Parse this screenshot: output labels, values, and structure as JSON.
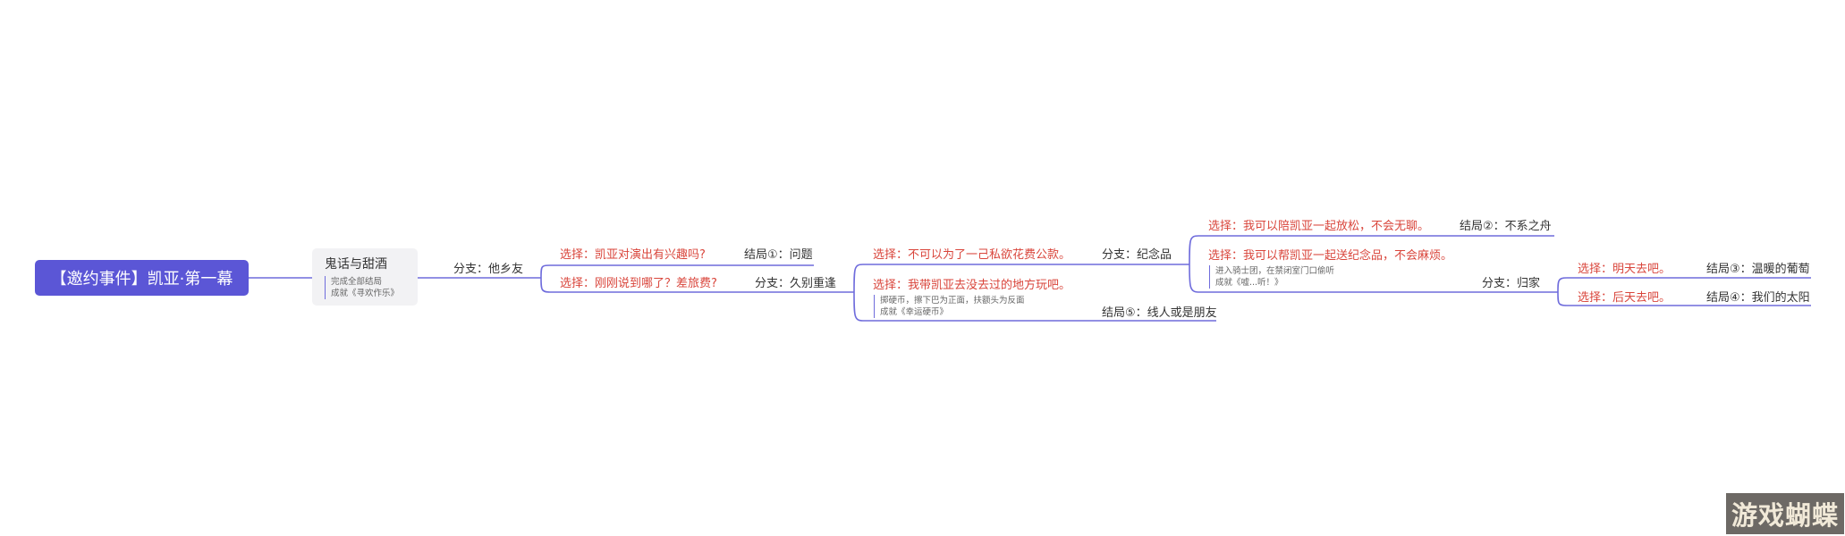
{
  "root": {
    "title": "【邀约事件】凯亚·第一幕"
  },
  "card": {
    "title": "鬼话与甜酒",
    "lines": [
      "完成全部结局",
      "成就《寻欢作乐》"
    ]
  },
  "branch_home": "分支：他乡友",
  "choice_interest": "选择：凯亚对演出有兴趣吗?",
  "ending_1": "结局①：问题",
  "choice_travel": "选择：刚刚说到哪了？差旅费?",
  "branch_reunion": "分支：久别重逢",
  "choice_funds": "选择：不可以为了一己私欲花费公款。",
  "branch_souvenir": "分支：纪念品",
  "choice_take": "选择：我带凯亚去没去过的地方玩吧。",
  "note_coin": [
    "掷硬币，擦下巴为正面，扶额头为反面",
    "成就《幸运硬币》"
  ],
  "ending_5": "结局⑤：线人或是朋友",
  "choice_relax": "选择：我可以陪凯亚一起放松，不会无聊。",
  "ending_2": "结局②：不系之舟",
  "choice_gift": "选择：我可以帮凯亚一起送纪念品，不会麻烦。",
  "note_knight": [
    "进入骑士团，在禁闭室门口偷听",
    "成就《嘘...听！》"
  ],
  "branch_gohome": "分支：归家",
  "choice_tomorrow": "选择：明天去吧。",
  "ending_3": "结局③：温暖的葡萄",
  "choice_dayafter": "选择：后天去吧。",
  "ending_4": "结局④：我们的太阳",
  "watermark": "游戏蝴蝶",
  "colors": {
    "root": "#5b56d6",
    "line": "#6f6cdc",
    "choice": "#d9453b",
    "text": "#333333"
  }
}
